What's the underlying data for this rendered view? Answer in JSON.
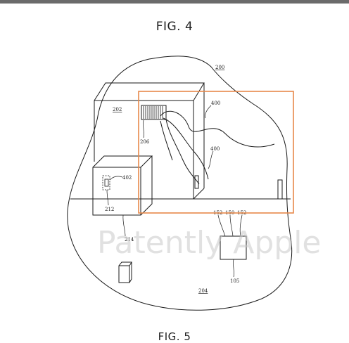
{
  "figures": {
    "fig4_label": "FIG. 4",
    "fig5_label": "FIG. 5"
  },
  "watermark": {
    "text": "Patently Apple"
  },
  "references": {
    "r200": "200",
    "r202": "202",
    "r204": "204",
    "r206": "206",
    "r400a": "400",
    "r400b": "400",
    "r402": "402",
    "r212": "212",
    "r214": "214",
    "r152a": "152",
    "r150": "150",
    "r152b": "152",
    "r105": "105"
  },
  "colors": {
    "line": "#1a1a1a",
    "highlight": "#e8894a",
    "top_bar": "#6b6b6b"
  }
}
